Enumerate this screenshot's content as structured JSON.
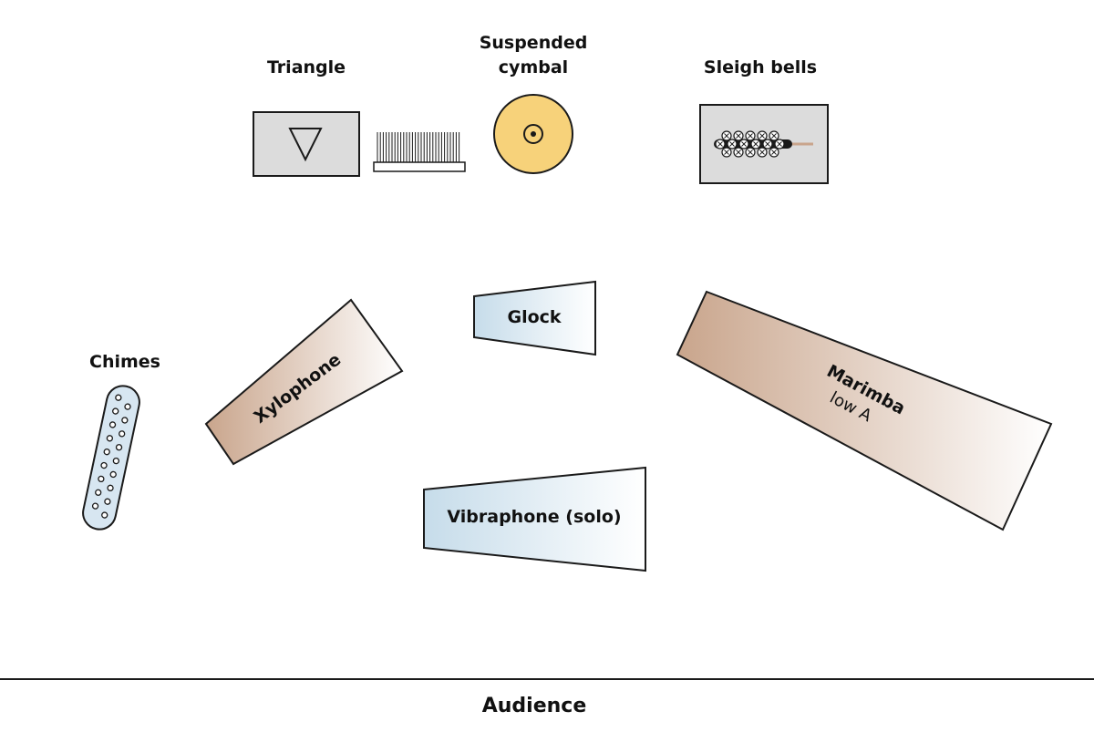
{
  "labels": {
    "triangle": "Triangle",
    "cymbal_line1": "Suspended",
    "cymbal_line2": "cymbal",
    "sleigh_bells": "Sleigh bells",
    "chimes": "Chimes",
    "xylophone": "Xylophone",
    "glock": "Glock",
    "marimba": "Marimba",
    "marimba_note": "low A",
    "vibraphone": "Vibraphone (solo)",
    "audience": "Audience"
  },
  "icons": {
    "triangle": "triangle-icon",
    "mallet_rack": "mallet-rack-icon",
    "cymbal": "cymbal-icon",
    "sleigh_bells": "sleigh-bells-icon",
    "chimes": "chimes-icon"
  },
  "colors": {
    "wood_dark": "#c9a58c",
    "wood_light": "#ffffff",
    "metal_dark": "#c6dcea",
    "metal_light": "#ffffff",
    "cymbal": "#f7d27a",
    "table_gray": "#dcdcdc",
    "stroke": "#1a1a1a"
  }
}
